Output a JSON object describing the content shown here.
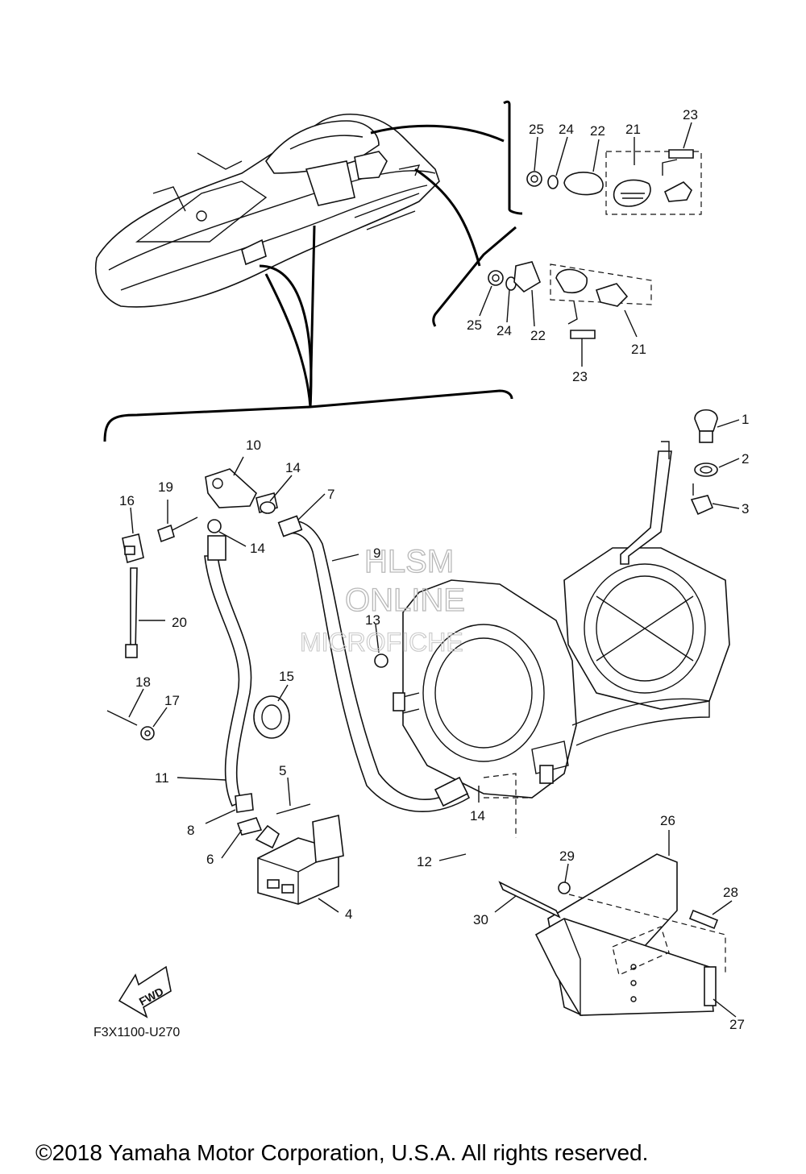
{
  "labels": {
    "l1": "1",
    "l2": "2",
    "l3": "3",
    "l4": "4",
    "l5": "5",
    "l6": "6",
    "l7": "7",
    "l8": "8",
    "l9": "9",
    "l10": "10",
    "l11": "11",
    "l12": "12",
    "l13": "13",
    "l14a": "14",
    "l14b": "14",
    "l14c": "14",
    "l15": "15",
    "l16": "16",
    "l17": "17",
    "l18": "18",
    "l19": "19",
    "l20": "20",
    "l21a": "21",
    "l21b": "21",
    "l22a": "22",
    "l22b": "22",
    "l23a": "23",
    "l23b": "23",
    "l24a": "24",
    "l24b": "24",
    "l25a": "25",
    "l25b": "25",
    "l26": "26",
    "l27": "27",
    "l28": "28",
    "l29": "29",
    "l30": "30"
  },
  "fwd_label": "FWD",
  "diagram_code": "F3X1100-U270",
  "watermark": {
    "line1": "HLSM",
    "line2": "ONLINE",
    "line3": "MICROFICHE"
  },
  "copyright": "©2018 Yamaha Motor Corporation, U.S.A. All rights reserved."
}
